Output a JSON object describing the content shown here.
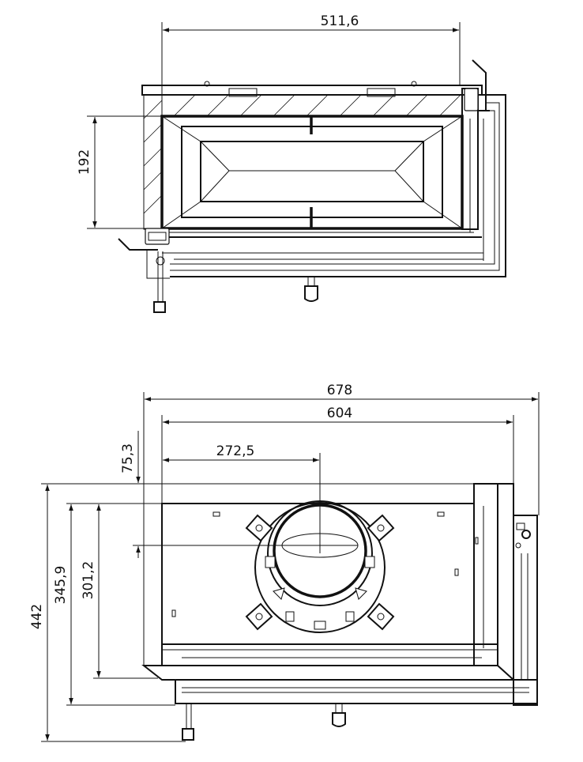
{
  "dimensions": {
    "top_width": "511,6",
    "top_height": "192",
    "total_width": "678",
    "inner_width": "604",
    "center_offset": "272,5",
    "flue_depth": "75,3",
    "total_depth": "442",
    "depth_1": "345,9",
    "depth_2": "301,2"
  }
}
